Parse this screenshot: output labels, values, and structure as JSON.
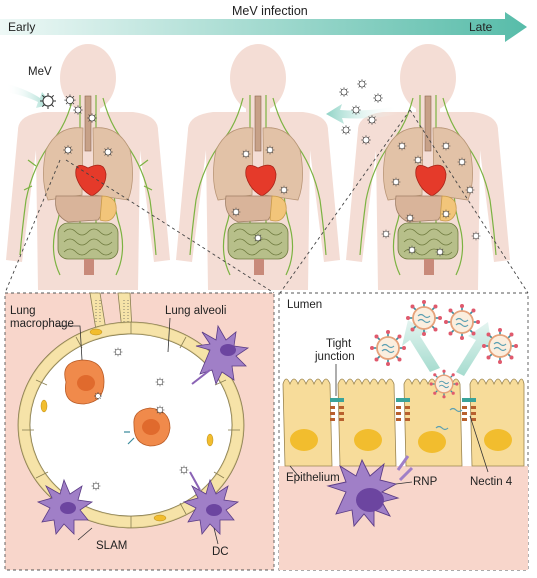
{
  "timeline": {
    "title": "MeV infection",
    "start": "Early",
    "end": "Late"
  },
  "labels": {
    "mev": "MeV",
    "lung_macrophage_line1": "Lung",
    "lung_macrophage_line2": "macrophage",
    "lung_alveoli": "Lung alveoli",
    "slam": "SLAM",
    "dc": "DC",
    "lumen": "Lumen",
    "tight_junction_line1": "Tight",
    "tight_junction_line2": "junction",
    "epithelium": "Epithelium",
    "rnp": "RNP",
    "nectin4": "Nectin 4"
  },
  "colors": {
    "arrow_start": "#e9f6f4",
    "arrow_end": "#5bbfae",
    "body_fill": "#f4ddd5",
    "lymph": "#7cb342",
    "panel_fill": "#f8d6cb",
    "alveolus_wall": "#f6e3a8",
    "epithelium": "#f7dc9a",
    "nucleus": "#f2bd2e",
    "macrophage": "#f08a4b",
    "dc_purple": "#8a63b5",
    "virion_spike": "#e05a6d"
  }
}
